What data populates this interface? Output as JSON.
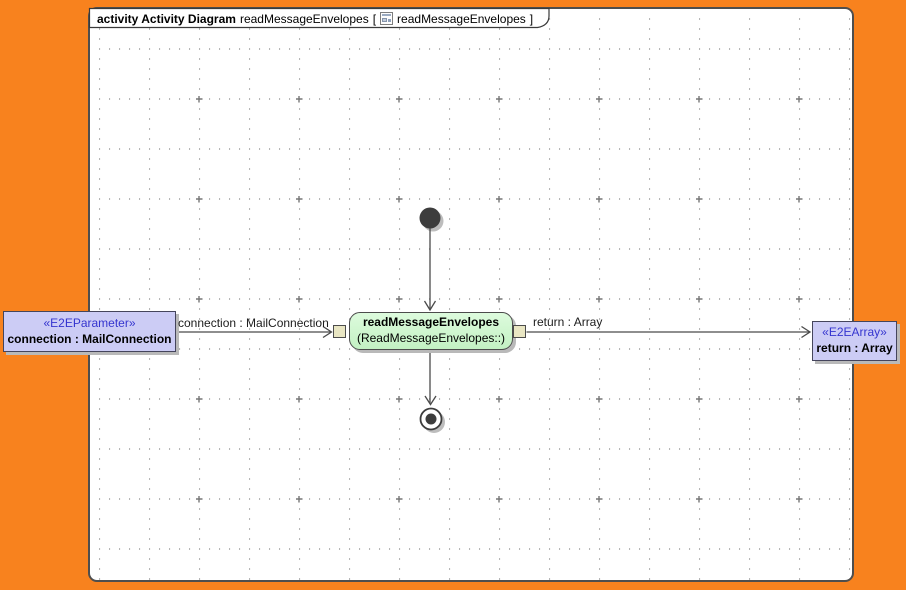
{
  "frame": {
    "kind_label": "activity Activity Diagram",
    "diagram_name": "readMessageEnvelopes",
    "open_bracket": "[",
    "context_name": "readMessageEnvelopes",
    "close_bracket": "]"
  },
  "nodes": {
    "input_param": {
      "stereotype": "«E2EParameter»",
      "name": "connection : MailConnection"
    },
    "action": {
      "name": "readMessageEnvelopes",
      "behavior": "(ReadMessageEnvelopes::)"
    },
    "output_param": {
      "stereotype": "«E2EArray»",
      "name": "return : Array"
    }
  },
  "edges": {
    "input": {
      "label": "connection : MailConnection"
    },
    "output": {
      "label": "return : Array"
    }
  },
  "colors": {
    "background_orange": "#f8821e",
    "canvas_border": "#4e4e4e",
    "action_fill": "#ccf5cc",
    "param_fill": "#ccccf5",
    "stereotype_blue": "#3535cf",
    "pin_fill": "#e9e6c3",
    "edge_stroke": "#4a4a4a",
    "control_node_fill": "#3d3d3d",
    "grid_dot": "#8a8a8a",
    "shadow": "#b9b9b9"
  }
}
